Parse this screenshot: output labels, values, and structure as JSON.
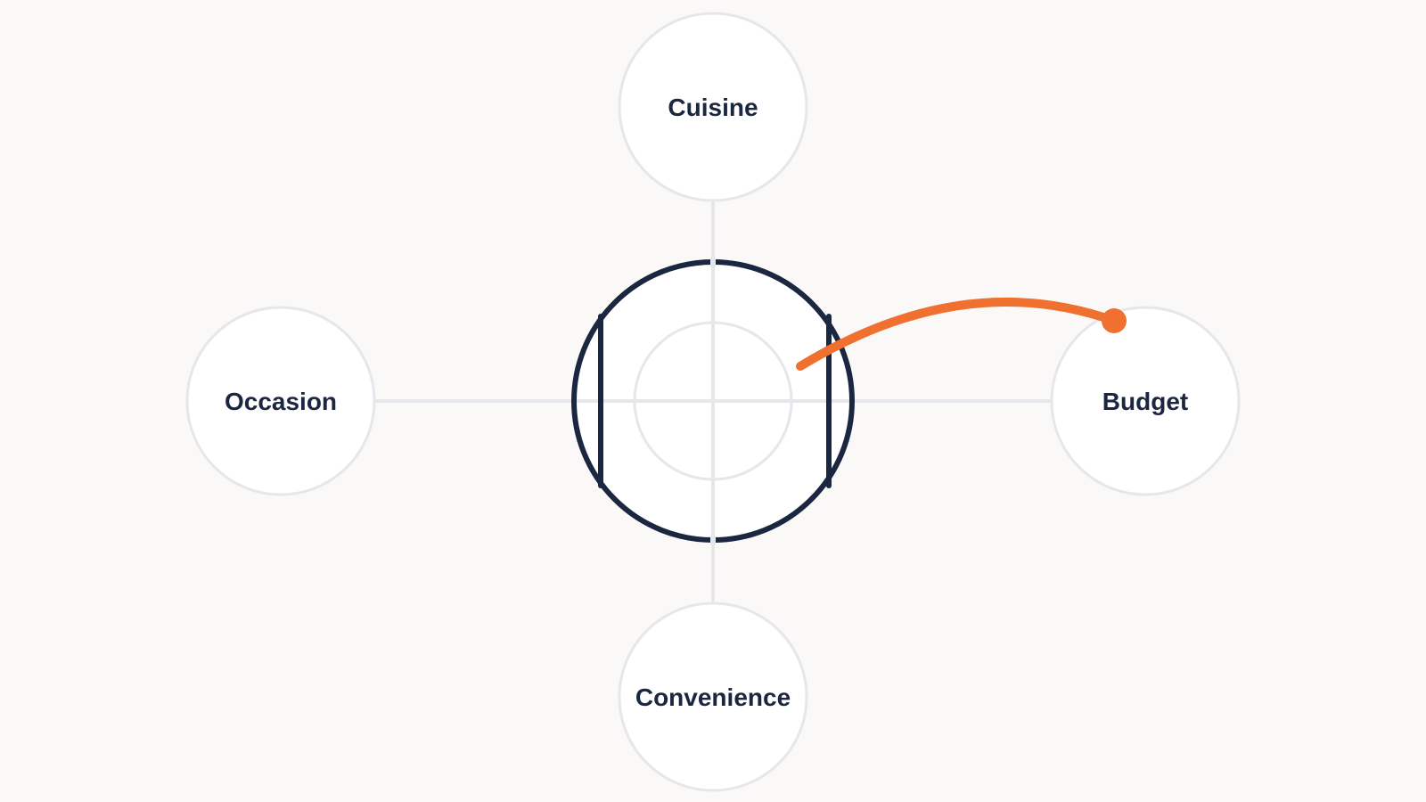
{
  "colors": {
    "background": "#faf9f8",
    "node_fill": "#ffffff",
    "node_stroke": "#e5e7eb",
    "connector": "#e5e7eb",
    "center_outline": "#1b2640",
    "text": "#1b2640",
    "accent": "#f07030"
  },
  "diagram": {
    "nodes": {
      "top": {
        "label": "Cuisine"
      },
      "left": {
        "label": "Occasion"
      },
      "right": {
        "label": "Budget"
      },
      "bottom": {
        "label": "Convenience"
      }
    },
    "center_icon": "plate-icon",
    "highlight": {
      "from": "center",
      "to": "right"
    }
  }
}
